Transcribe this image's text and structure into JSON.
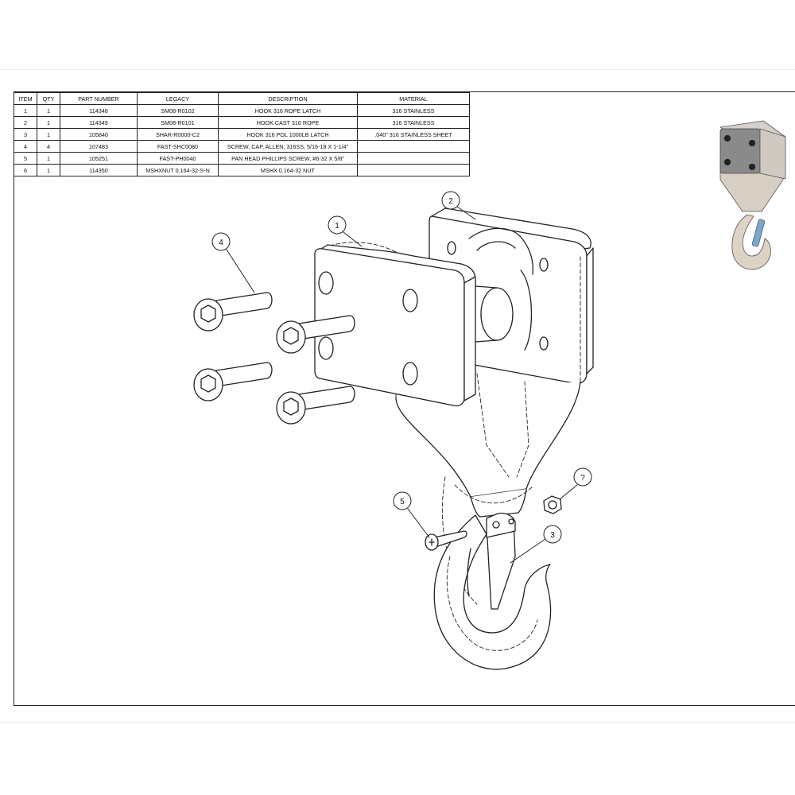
{
  "bom": {
    "headers": [
      "ITEM",
      "QTY",
      "PART NUMBER",
      "LEGACY",
      "DESCRIPTION",
      "MATERIAL"
    ],
    "rows": [
      [
        "1",
        "1",
        "114348",
        "SM08-R0102",
        "HOOK 316 ROPE LATCH",
        "316 STAINLESS"
      ],
      [
        "2",
        "1",
        "114349",
        "SM08-R0101",
        "HOOK CAST 316 ROPE",
        "316 STAINLESS"
      ],
      [
        "3",
        "1",
        "105840",
        "SHAR-R0000-C2",
        "HOOK 316 POL 1000LB LATCH",
        ".040\" 316 STAINLESS SHEET"
      ],
      [
        "4",
        "4",
        "107483",
        "FAST-SHC0080",
        "SCREW, CAP, ALLEN, 316SS, 5/16-18 X 1-1/4\"",
        ""
      ],
      [
        "5",
        "1",
        "105251",
        "FAST-PH0040",
        "PAN HEAD PHILLIPS SCREW, #6-32 X 5/8\"",
        ""
      ],
      [
        "6",
        "1",
        "114350",
        "MSHXNUT 0.164-32-S-N",
        "MSHX 0.164-32 NUT",
        ""
      ]
    ]
  },
  "balloons": {
    "b1": "1",
    "b2": "2",
    "b3": "3",
    "b4": "4",
    "b5": "5",
    "b6": "?"
  },
  "colors": {
    "line": "#222222",
    "thumb_body": "#d8cfc4",
    "thumb_plate": "#8a8a8a",
    "thumb_latch": "#7fa6c9"
  }
}
